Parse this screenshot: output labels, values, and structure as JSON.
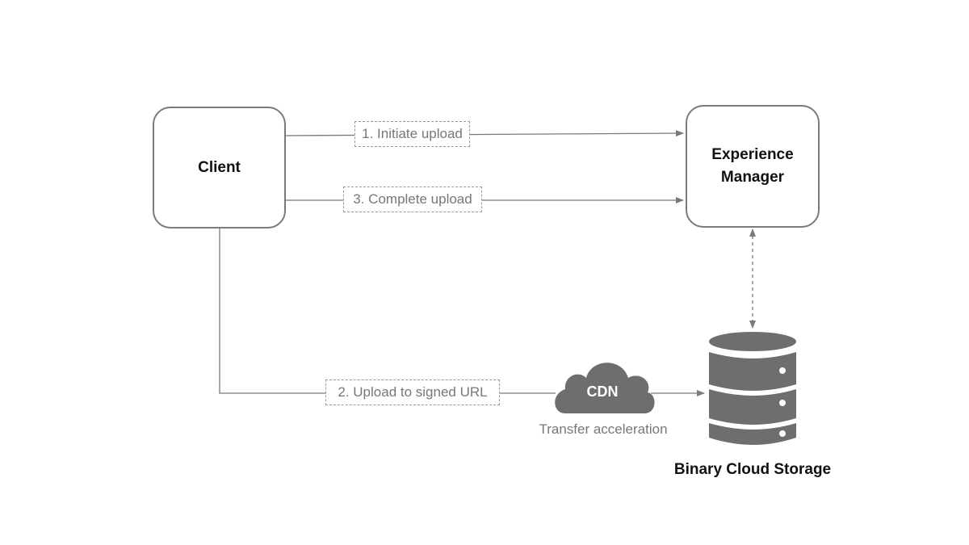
{
  "nodes": {
    "client": "Client",
    "experience_manager": "Experience\nManager",
    "cdn": "CDN",
    "storage": "Binary Cloud Storage"
  },
  "edges": {
    "initiate": "1. Initiate upload",
    "complete": "3. Complete upload",
    "upload_signed": "2. Upload to signed URL"
  },
  "captions": {
    "cdn": "Transfer acceleration"
  },
  "colors": {
    "stroke": "#7a7a7a",
    "icon_fill": "#6e6e6e",
    "text_dark": "#111111",
    "text_muted": "#777777"
  },
  "icons": {
    "cdn": "cloud-icon",
    "storage": "database-icon"
  }
}
